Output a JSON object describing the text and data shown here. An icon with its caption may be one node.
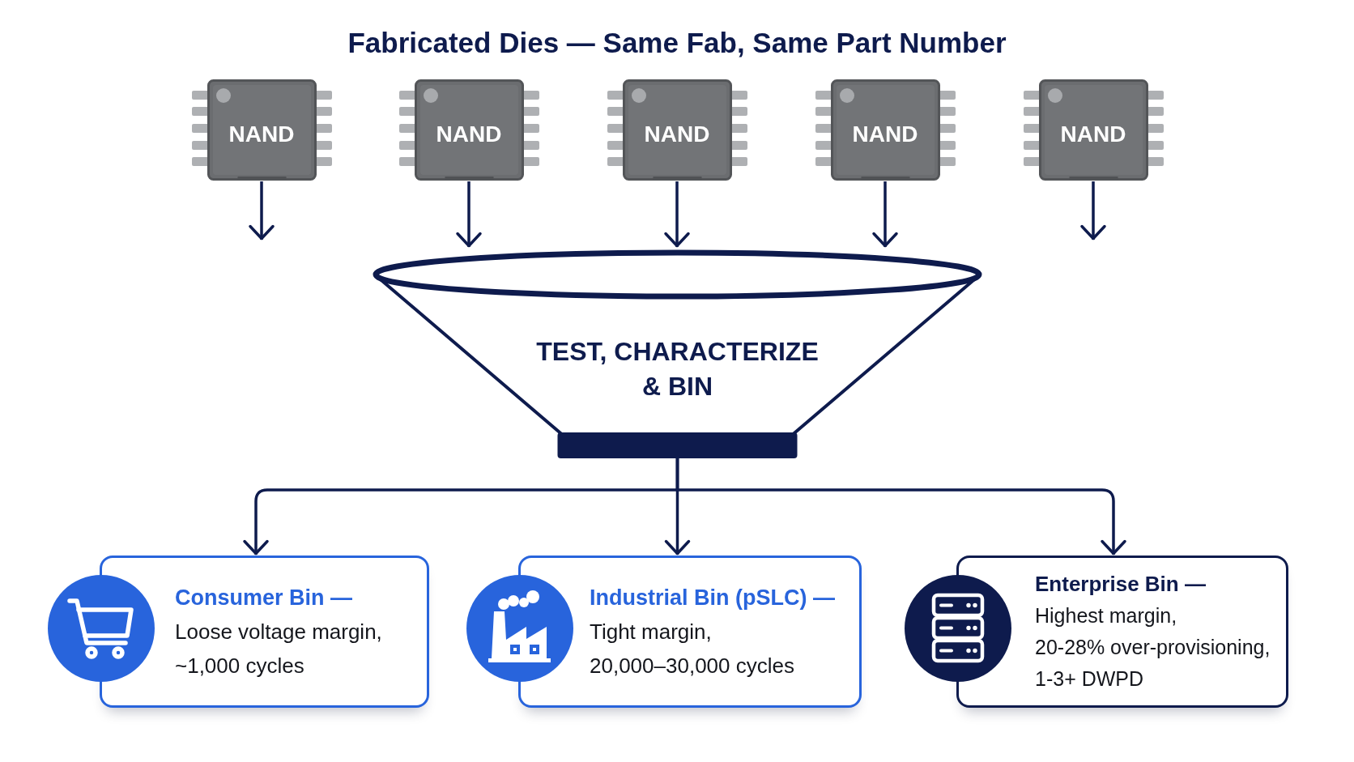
{
  "diagram": {
    "title": "Fabricated Dies — Same Fab, Same Part Number",
    "nodes": [
      {
        "text": [
          "NAND"
        ]
      },
      {
        "text": [
          "NAND"
        ]
      },
      {
        "text": [
          "NAND"
        ]
      },
      {
        "text": [
          "NAND"
        ]
      },
      {
        "text": [
          "NAND"
        ]
      },
      {
        "text": [
          "TEST, CHARACTERIZE & BIN"
        ]
      },
      {
        "text": [
          "Consumer Bin —",
          "Loose voltage margin, ~1,000 cycles"
        ]
      },
      {
        "text": [
          "Industrial Bin (pSLC) —",
          "Tight margin, 20,000–30,000 cycles"
        ]
      },
      {
        "text": [
          "Enterprise Bin —",
          "Highest margin, 20-28% over-provisioning, 1-3+ DWPD"
        ]
      }
    ],
    "edges": [
      {
        "from": 0,
        "to": null,
        "arrow": "to"
      },
      {
        "from": 1,
        "to": 5,
        "arrow": "to"
      },
      {
        "from": 2,
        "to": 5,
        "arrow": "to"
      },
      {
        "from": 3,
        "to": 5,
        "arrow": "to"
      },
      {
        "from": 4,
        "to": null,
        "arrow": "to"
      },
      {
        "from": 5,
        "to": 6,
        "arrow": "to"
      },
      {
        "from": 5,
        "to": 7,
        "arrow": "to"
      },
      {
        "from": 5,
        "to": 8,
        "arrow": "to"
      }
    ]
  }
}
